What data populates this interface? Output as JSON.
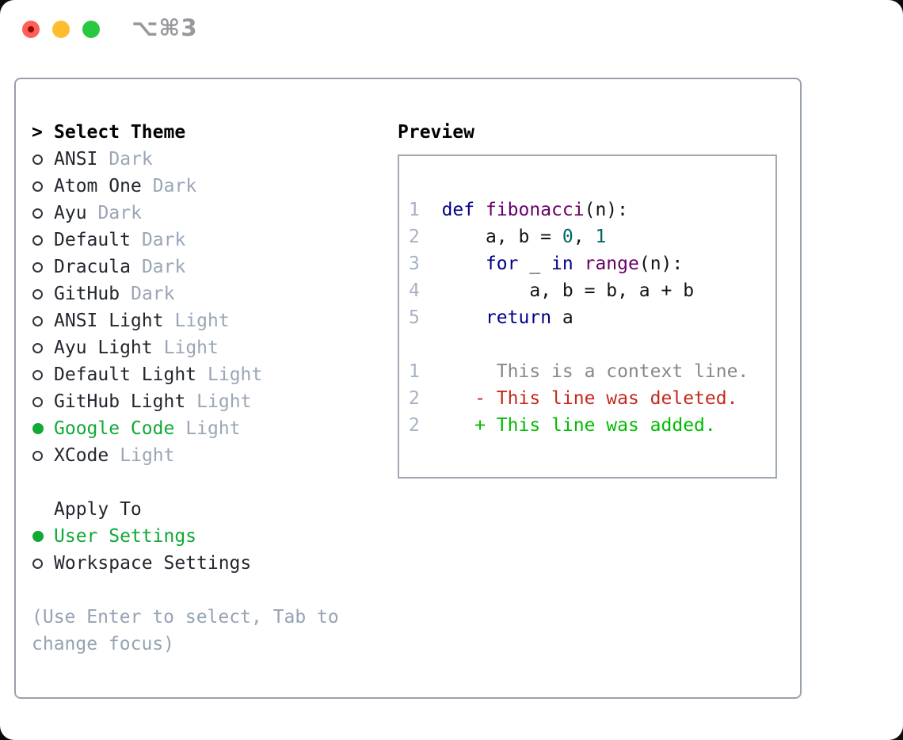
{
  "window": {
    "title_shortcut": "⌥⌘3"
  },
  "colors": {
    "plain": "#141414",
    "keyword": "#000088",
    "function": "#660066",
    "literal": "#006666",
    "context": "#888888",
    "deleted": "#c4291a",
    "added": "#00bb00",
    "line_number": "#a6b2c3",
    "selection_green": "#10a935",
    "tag_gray": "#9aa6b6",
    "hint_gray": "#95a3b3",
    "item_text": "#22262e"
  },
  "theme_panel": {
    "cursor": ">",
    "header": "Select Theme",
    "items": [
      {
        "name": "ANSI",
        "tag": "Dark",
        "selected": false
      },
      {
        "name": "Atom One",
        "tag": "Dark",
        "selected": false
      },
      {
        "name": "Ayu",
        "tag": "Dark",
        "selected": false
      },
      {
        "name": "Default",
        "tag": "Dark",
        "selected": false
      },
      {
        "name": "Dracula",
        "tag": "Dark",
        "selected": false
      },
      {
        "name": "GitHub",
        "tag": "Dark",
        "selected": false
      },
      {
        "name": "ANSI Light",
        "tag": "Light",
        "selected": false
      },
      {
        "name": "Ayu Light",
        "tag": "Light",
        "selected": false
      },
      {
        "name": "Default Light",
        "tag": "Light",
        "selected": false
      },
      {
        "name": "GitHub Light",
        "tag": "Light",
        "selected": false
      },
      {
        "name": "Google Code",
        "tag": "Light",
        "selected": true
      },
      {
        "name": "XCode",
        "tag": "Light",
        "selected": false
      }
    ],
    "apply_to": {
      "header": "Apply To",
      "options": [
        {
          "label": "User Settings",
          "selected": true
        },
        {
          "label": "Workspace Settings",
          "selected": false
        }
      ]
    },
    "hint_lines": [
      "(Use Enter to select, Tab to",
      "change focus)"
    ]
  },
  "preview": {
    "header": "Preview",
    "lines": [
      {
        "num": "1",
        "segments": [
          {
            "text": "  "
          },
          {
            "text": "def",
            "style": "keyword"
          },
          {
            "text": " "
          },
          {
            "text": "fibonacci",
            "style": "function"
          },
          {
            "text": "(n):"
          }
        ]
      },
      {
        "num": "2",
        "segments": [
          {
            "text": "      a, b = "
          },
          {
            "text": "0",
            "style": "literal"
          },
          {
            "text": ", "
          },
          {
            "text": "1",
            "style": "literal"
          }
        ]
      },
      {
        "num": "3",
        "segments": [
          {
            "text": "      "
          },
          {
            "text": "for",
            "style": "keyword"
          },
          {
            "text": " _ "
          },
          {
            "text": "in",
            "style": "keyword"
          },
          {
            "text": " "
          },
          {
            "text": "range",
            "style": "function"
          },
          {
            "text": "(n):"
          }
        ]
      },
      {
        "num": "4",
        "segments": [
          {
            "text": "          a, b = b, a + b"
          }
        ]
      },
      {
        "num": "5",
        "segments": [
          {
            "text": "      "
          },
          {
            "text": "return",
            "style": "keyword"
          },
          {
            "text": " a"
          }
        ]
      },
      {
        "blank": true
      },
      {
        "num": "1",
        "segments": [
          {
            "text": "       This is a context line.",
            "style": "context"
          }
        ]
      },
      {
        "num": "2",
        "segments": [
          {
            "text": "     - This line was deleted.",
            "style": "deleted"
          }
        ]
      },
      {
        "num": "2",
        "segments": [
          {
            "text": "     + This line was added.",
            "style": "added"
          }
        ]
      }
    ]
  }
}
